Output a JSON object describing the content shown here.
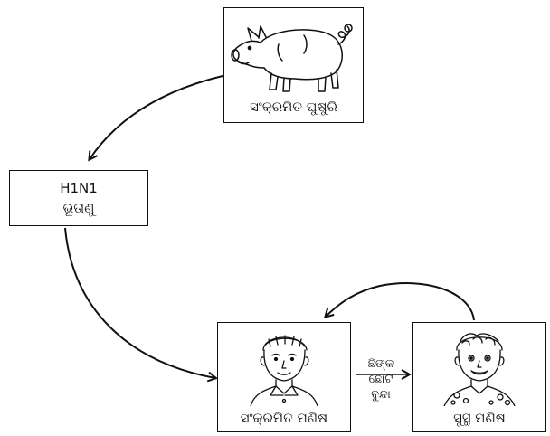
{
  "nodes": {
    "infected_pig": {
      "label": "ସଂକ୍ରମିତ ଘୁଷୁରି",
      "icon": "pig-icon"
    },
    "virus": {
      "label_line1": "H1N1",
      "label_line2": "ଭୂତାଣୁ"
    },
    "infected_person": {
      "label": "ସଂକ୍ରମିତ ମଣିଷ",
      "icon": "boy-face-icon"
    },
    "healthy_person": {
      "label": "ସୁସ୍ଥ ମଣିଷ",
      "icon": "boy-face-icon"
    }
  },
  "edges": [
    {
      "from": "infected_pig",
      "to": "virus"
    },
    {
      "from": "virus",
      "to": "infected_person"
    },
    {
      "from": "infected_person",
      "to": "healthy_person",
      "label_lines": [
        "ଛିଙ୍କ",
        "ଛୋଟ",
        "ବୁନ୍ଦା"
      ]
    },
    {
      "from": "healthy_person",
      "to": "infected_person"
    }
  ]
}
